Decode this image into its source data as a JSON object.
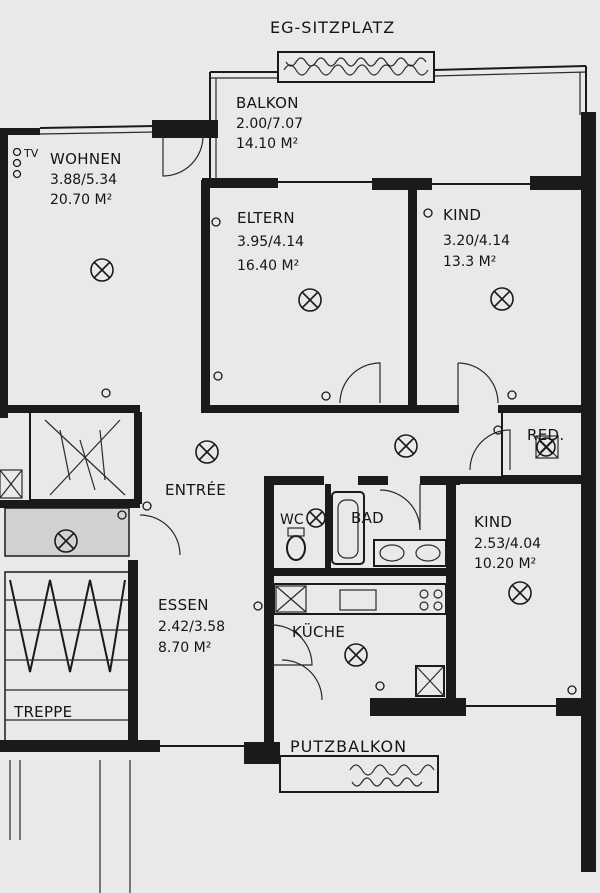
{
  "plan": {
    "outdoor": {
      "sitzplatz": "EG-SITZPLATZ",
      "putzbalkon": "PUTZBALKON"
    },
    "rooms": [
      {
        "id": "balkon",
        "name": "BALKON",
        "dims": "2.00/7.07",
        "area": "14.10 M²"
      },
      {
        "id": "wohnen",
        "name": "WOHNEN",
        "dims": "3.88/5.34",
        "area": "20.70 M²"
      },
      {
        "id": "eltern",
        "name": "ELTERN",
        "dims": "3.95/4.14",
        "area": "16.40 M²"
      },
      {
        "id": "kind1",
        "name": "KIND",
        "dims": "3.20/4.14",
        "area": "13.3 M²"
      },
      {
        "id": "kind2",
        "name": "KIND",
        "dims": "2.53/4.04",
        "area": "10.20 M²"
      },
      {
        "id": "essen",
        "name": "ESSEN",
        "dims": "2.42/3.58",
        "area": "8.70 M²"
      }
    ],
    "labels": {
      "entree": "ENTRÉE",
      "wc": "WC",
      "bad": "BAD",
      "kueche": "KÜCHE",
      "red": "RED.",
      "treppe": "TREPPE",
      "tv": "TV"
    }
  }
}
